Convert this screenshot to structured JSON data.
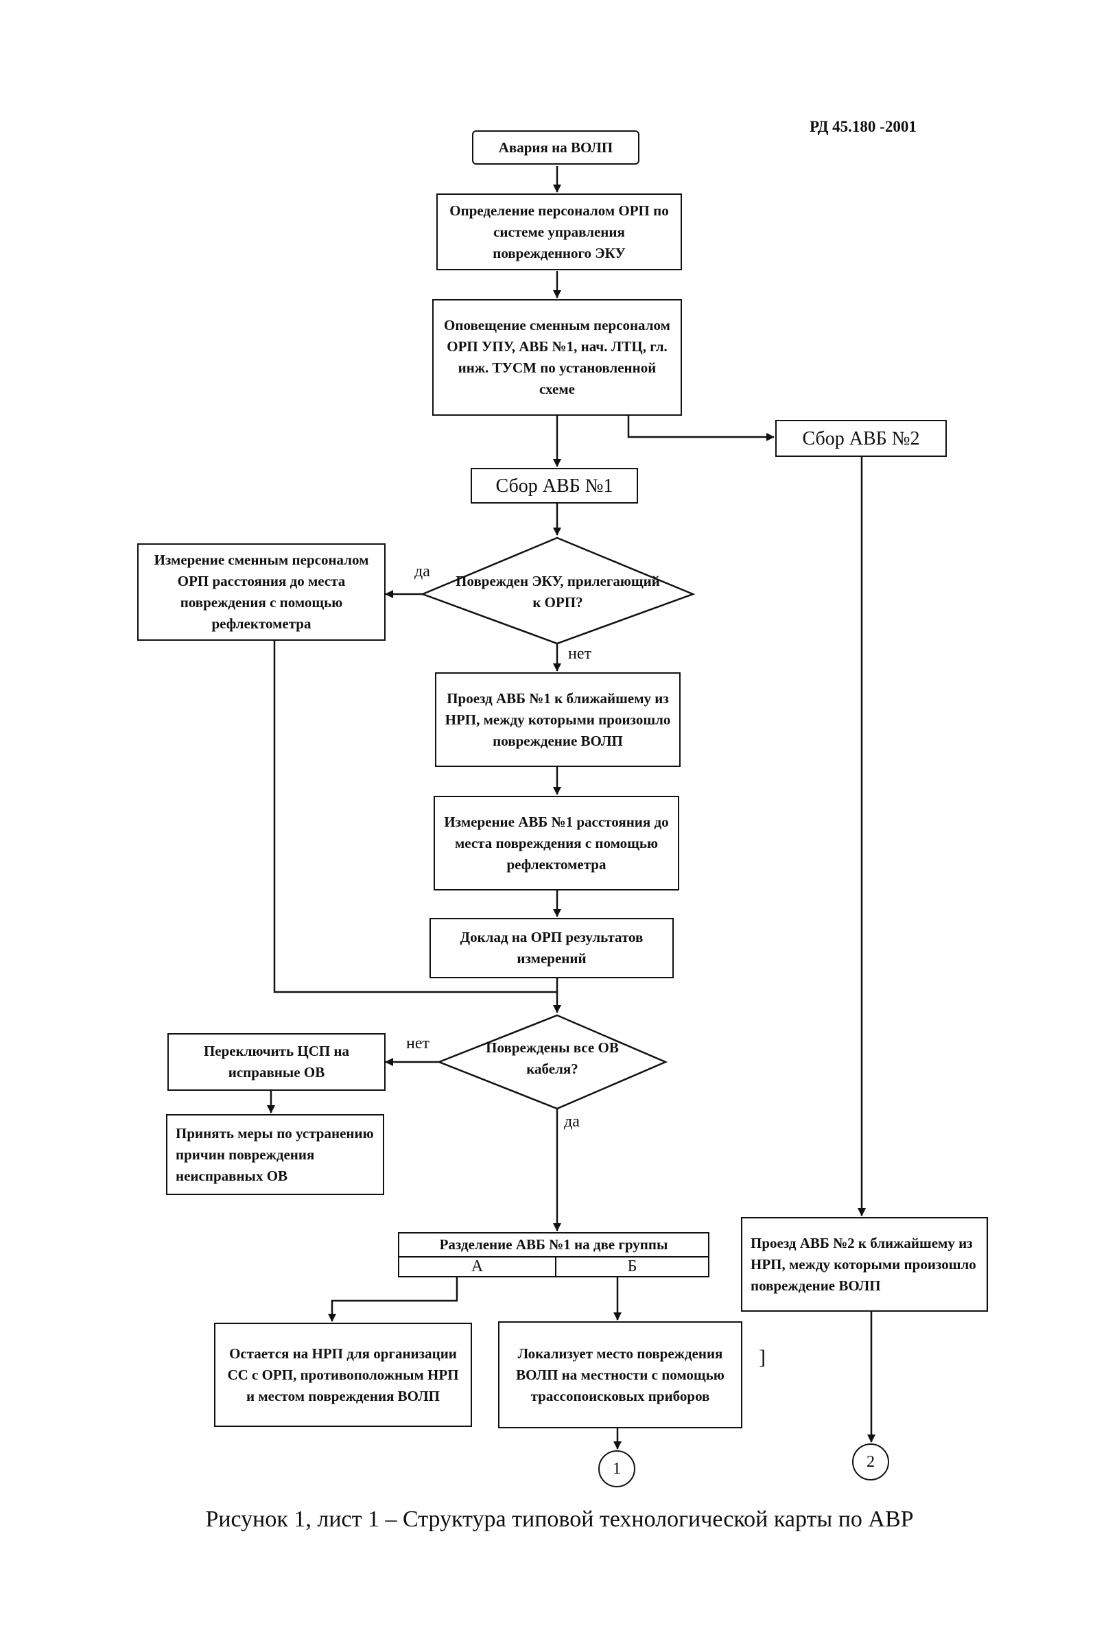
{
  "header": {
    "doc_code": "РД 45.180 -2001"
  },
  "nodes": {
    "n1": "Авария на ВОЛП",
    "n2": "Определение персоналом ОРП по системе управления поврежденного ЭКУ",
    "n3": "Оповещение сменным персоналом ОРП УПУ, АВБ №1, нач. ЛТЦ, гл. инж. ТУСМ по установленной схеме",
    "n4": "Сбор АВБ №2",
    "n5": "Сбор АВБ №1",
    "d1": "Поврежден ЭКУ, прилегающий к ОРП?",
    "n6": "Измерение сменным персоналом ОРП расстояния до места повреждения с помощью рефлектометра",
    "n7": "Проезд АВБ №1 к ближайшему из НРП, между которыми произошло повреждение ВОЛП",
    "n8": "Измерение АВБ №1 расстояния до места повреждения с помощью рефлектометра",
    "n9": "Доклад на ОРП результатов измерений",
    "d2": "Повреждены все ОВ кабеля?",
    "n10": "Переключить ЦСП на исправные ОВ",
    "n11": "Принять меры по устранению причин повреждения неисправных ОВ",
    "n12": "Разделение АВБ №1 на две группы",
    "n12a": "А",
    "n12b": "Б",
    "n13": "Проезд АВБ №2 к ближайшему из НРП, между которыми произошло повреждение ВОЛП",
    "n14": "Остается на НРП для организации СС с ОРП, противоположным НРП и местом повреждения ВОЛП",
    "n15": "Локализует место повреждения ВОЛП на местности с помощью трассопоисковых приборов"
  },
  "labels": {
    "yes1": "да",
    "no1": "нет",
    "no2": "нет",
    "yes2": "да",
    "stray": "]"
  },
  "connectors": {
    "c1": "1",
    "c2": "2"
  },
  "caption": "Рисунок 1, лист 1 – Структура типовой технологической карты по АВР"
}
